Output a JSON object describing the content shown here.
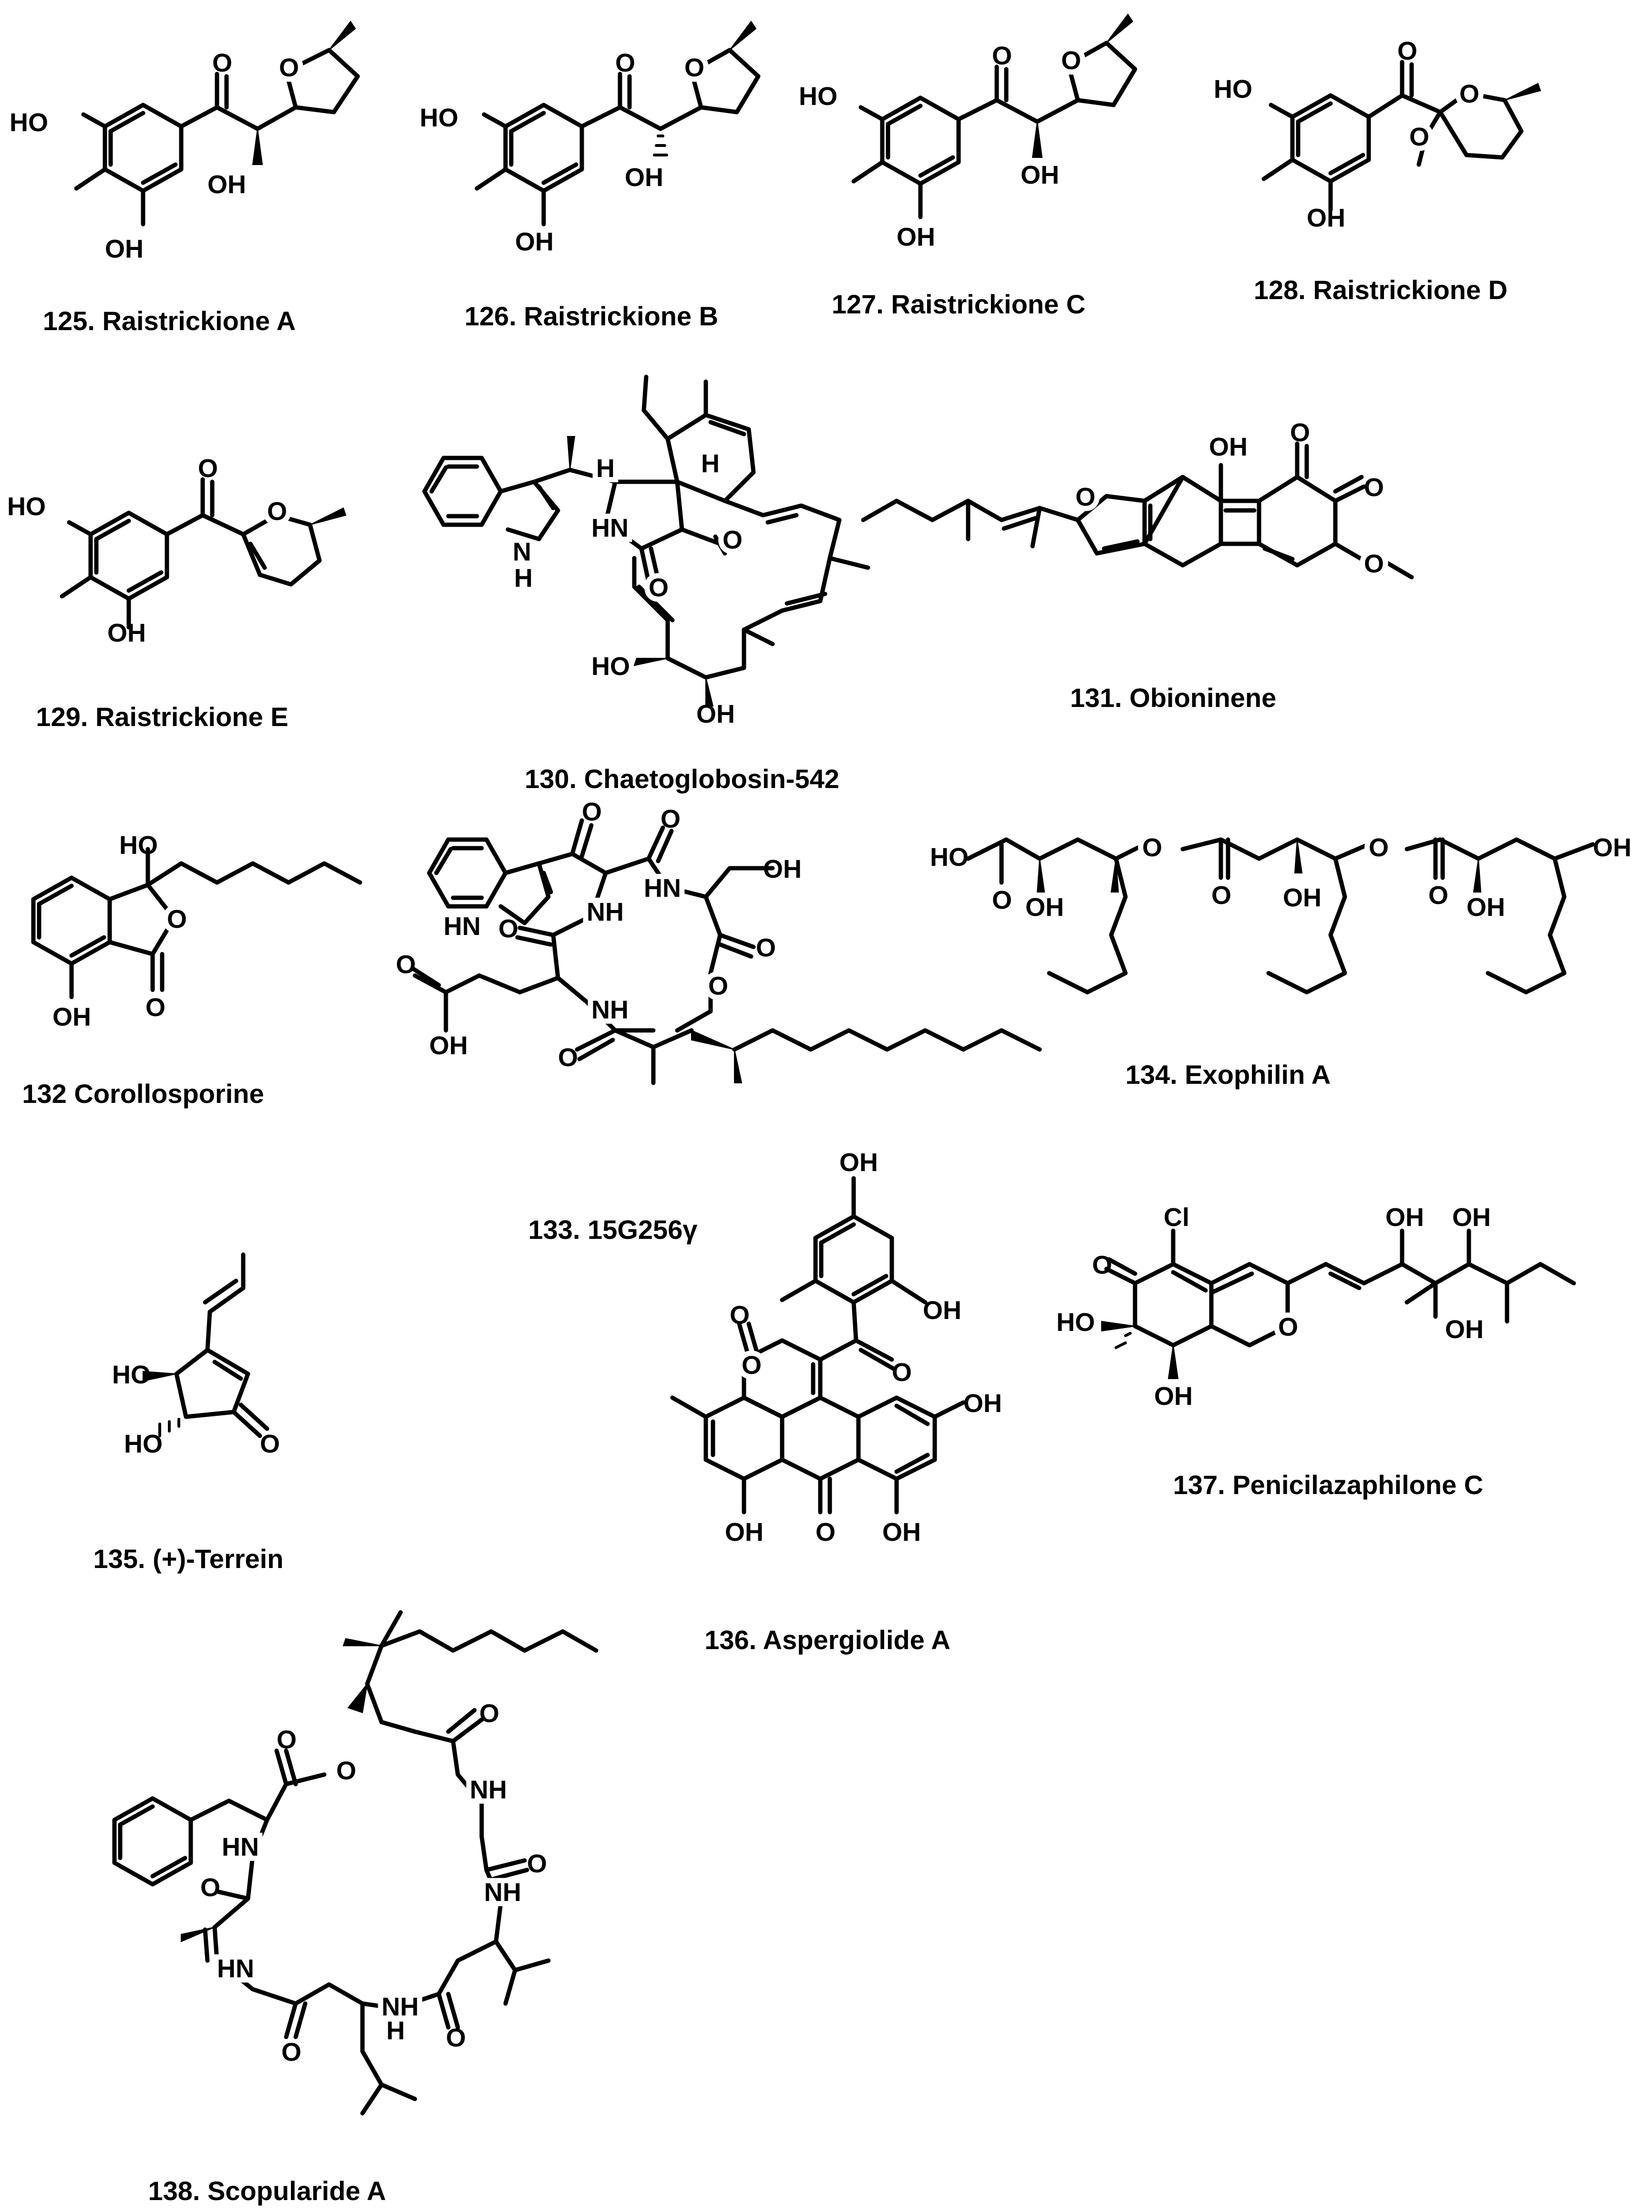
{
  "compounds": [
    {
      "id": "125",
      "caption": "125. Raistrickione A"
    },
    {
      "id": "126",
      "caption": "126. Raistrickione B"
    },
    {
      "id": "127",
      "caption": "127. Raistrickione C"
    },
    {
      "id": "128",
      "caption": "128. Raistrickione D"
    },
    {
      "id": "129",
      "caption": "129. Raistrickione E"
    },
    {
      "id": "130",
      "caption": "130. Chaetoglobosin-542"
    },
    {
      "id": "131",
      "caption": "131. Obioninene"
    },
    {
      "id": "132",
      "caption": "132 Corollosporine"
    },
    {
      "id": "133",
      "caption": "133. 15G256γ"
    },
    {
      "id": "134",
      "caption": "134. Exophilin A"
    },
    {
      "id": "135",
      "caption": "135. (+)-Terrein"
    },
    {
      "id": "136",
      "caption": "136. Aspergiolide A"
    },
    {
      "id": "137",
      "caption": "137. Penicilazaphilone C"
    },
    {
      "id": "138",
      "caption": "138. Scopularide A"
    }
  ],
  "atom_labels": {
    "oh": "OH",
    "ho": "HO",
    "o": "O",
    "nh": "NH",
    "hn": "HN",
    "n": "N",
    "h": "H",
    "cl": "Cl"
  }
}
